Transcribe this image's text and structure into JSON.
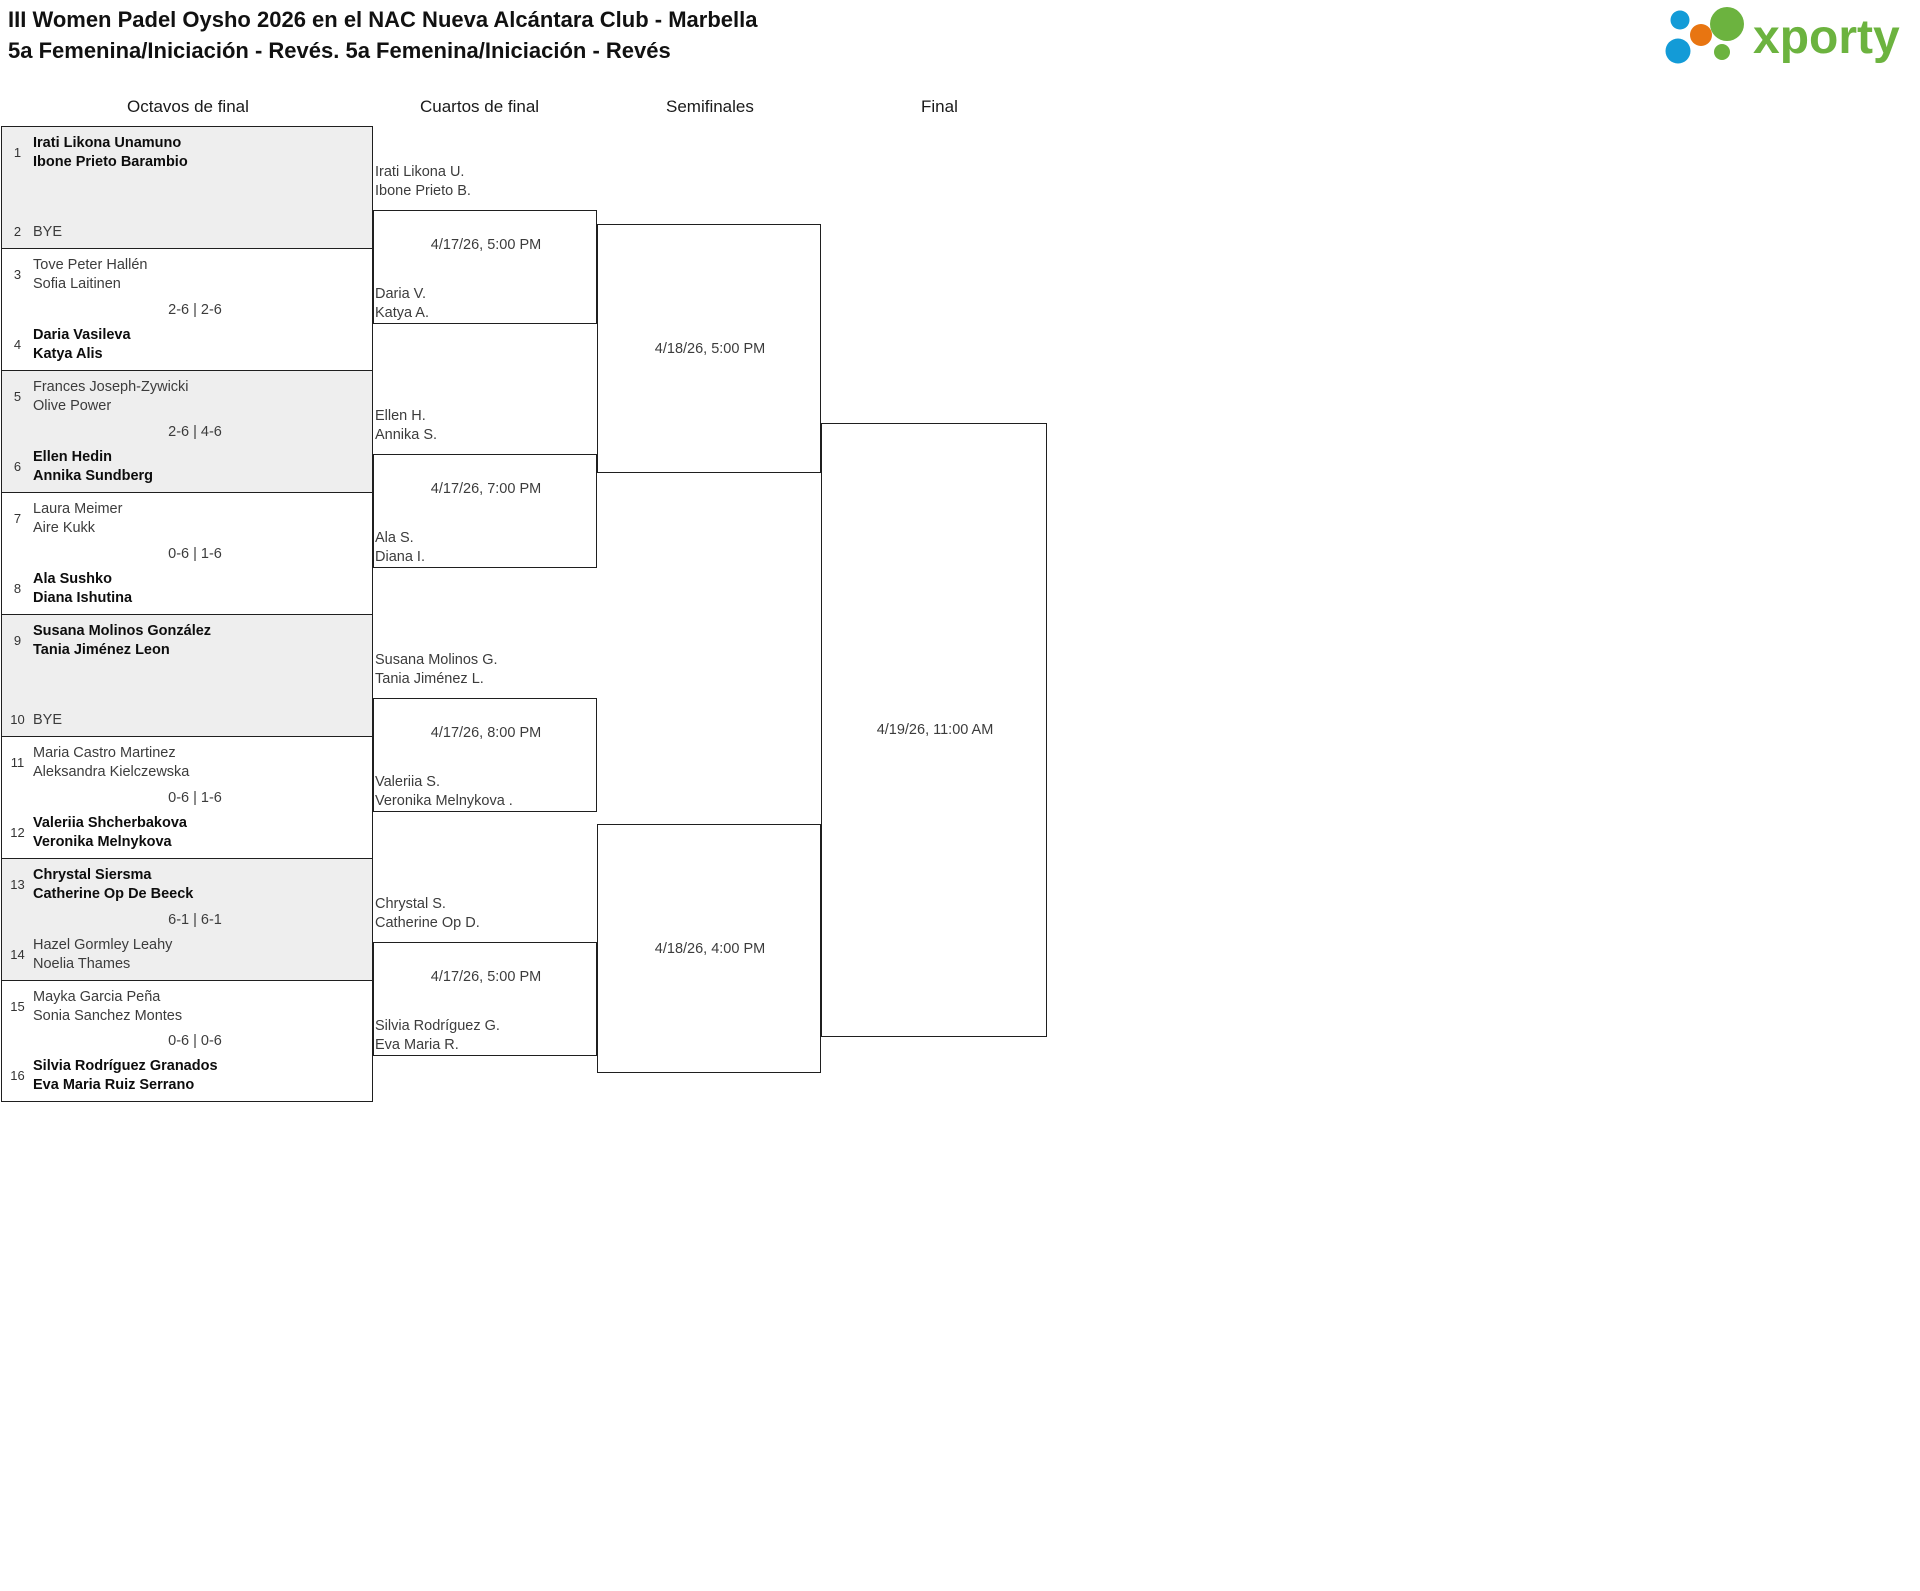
{
  "header": {
    "title_line1": "III Women Padel Oysho 2026 en el NAC Nueva Alcántara Club - Marbella",
    "title_line2": "5a Femenina/Iniciación - Revés. 5a Femenina/Iniciación - Revés",
    "logo_text": "xporty",
    "logo_colors": {
      "green": "#6cb33f",
      "blue": "#139bd7",
      "orange": "#e87511"
    }
  },
  "rounds": [
    {
      "label": "Octavos de final"
    },
    {
      "label": "Cuartos de final"
    },
    {
      "label": "Semifinales"
    },
    {
      "label": "Final"
    }
  ],
  "round_of_16": [
    {
      "shaded": true,
      "score": "",
      "top": {
        "seed": "1",
        "lines": [
          "Irati Likona Unamuno",
          "Ibone Prieto Barambio"
        ],
        "winner": true,
        "bye": false
      },
      "bottom": {
        "seed": "2",
        "lines": [
          "BYE"
        ],
        "winner": false,
        "bye": true
      }
    },
    {
      "shaded": false,
      "score": "2-6 | 2-6",
      "top": {
        "seed": "3",
        "lines": [
          "Tove Peter Hallén",
          "Sofia Laitinen"
        ],
        "winner": false,
        "bye": false
      },
      "bottom": {
        "seed": "4",
        "lines": [
          "Daria Vasileva",
          "Katya Alis"
        ],
        "winner": true,
        "bye": false
      }
    },
    {
      "shaded": true,
      "score": "2-6 | 4-6",
      "top": {
        "seed": "5",
        "lines": [
          "Frances Joseph-Zywicki",
          "Olive Power"
        ],
        "winner": false,
        "bye": false
      },
      "bottom": {
        "seed": "6",
        "lines": [
          "Ellen Hedin",
          "Annika Sundberg"
        ],
        "winner": true,
        "bye": false
      }
    },
    {
      "shaded": false,
      "score": "0-6 | 1-6",
      "top": {
        "seed": "7",
        "lines": [
          "Laura Meimer",
          "Aire Kukk"
        ],
        "winner": false,
        "bye": false
      },
      "bottom": {
        "seed": "8",
        "lines": [
          "Ala Sushko",
          "Diana Ishutina"
        ],
        "winner": true,
        "bye": false
      }
    },
    {
      "shaded": true,
      "score": "",
      "top": {
        "seed": "9",
        "lines": [
          "Susana Molinos González",
          "Tania Jiménez Leon"
        ],
        "winner": true,
        "bye": false
      },
      "bottom": {
        "seed": "10",
        "lines": [
          "BYE"
        ],
        "winner": false,
        "bye": true
      }
    },
    {
      "shaded": false,
      "score": "0-6 | 1-6",
      "top": {
        "seed": "11",
        "lines": [
          "Maria Castro Martinez",
          "Aleksandra Kielczewska"
        ],
        "winner": false,
        "bye": false
      },
      "bottom": {
        "seed": "12",
        "lines": [
          "Valeriia Shcherbakova",
          "Veronika Melnykova"
        ],
        "winner": true,
        "bye": false
      }
    },
    {
      "shaded": true,
      "score": "6-1 | 6-1",
      "top": {
        "seed": "13",
        "lines": [
          "Chrystal Siersma",
          "Catherine Op De Beeck"
        ],
        "winner": true,
        "bye": false
      },
      "bottom": {
        "seed": "14",
        "lines": [
          "Hazel Gormley Leahy",
          "Noelia Thames"
        ],
        "winner": false,
        "bye": false
      }
    },
    {
      "shaded": false,
      "score": "0-6 | 0-6",
      "top": {
        "seed": "15",
        "lines": [
          "Mayka Garcia Peña",
          "Sonia Sanchez Montes"
        ],
        "winner": false,
        "bye": false
      },
      "bottom": {
        "seed": "16",
        "lines": [
          "Silvia Rodríguez Granados",
          "Eva Maria Ruiz Serrano"
        ],
        "winner": true,
        "bye": false
      }
    }
  ],
  "quarterfinals": [
    {
      "date": "4/17/26, 5:00 PM",
      "top": {
        "lines": [
          "Irati Likona U.",
          "Ibone Prieto B."
        ]
      },
      "bottom": {
        "lines": [
          "Daria V.",
          "Katya A."
        ]
      }
    },
    {
      "date": "4/17/26, 7:00 PM",
      "top": {
        "lines": [
          "Ellen H.",
          "Annika S."
        ]
      },
      "bottom": {
        "lines": [
          "Ala S.",
          "Diana I."
        ]
      }
    },
    {
      "date": "4/17/26, 8:00 PM",
      "top": {
        "lines": [
          "Susana Molinos G.",
          "Tania Jiménez L."
        ]
      },
      "bottom": {
        "lines": [
          "Valeriia S.",
          "Veronika Melnykova ."
        ]
      }
    },
    {
      "date": "4/17/26, 5:00 PM",
      "top": {
        "lines": [
          "Chrystal S.",
          "Catherine Op D."
        ]
      },
      "bottom": {
        "lines": [
          "Silvia Rodríguez G.",
          "Eva Maria R."
        ]
      }
    }
  ],
  "semifinals": [
    {
      "date": "4/18/26, 5:00 PM"
    },
    {
      "date": "4/18/26, 4:00 PM"
    }
  ],
  "final": {
    "date": "4/19/26, 11:00 AM"
  }
}
